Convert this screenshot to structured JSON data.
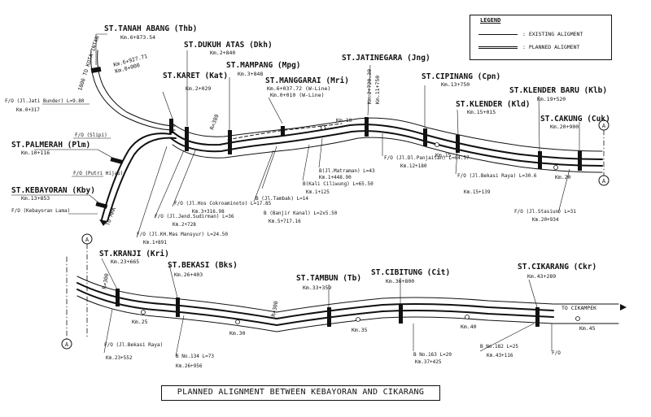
{
  "title": "PLANNED ALIGNMENT BETWEEN KEBAYORAN AND CIKARANG",
  "legend": {
    "title": "LEGEND",
    "existing": ":    EXISTING ALIGMENT",
    "planned": ":    PLANNED ALIGMENT"
  },
  "match_mark": "A",
  "stations": {
    "thb": {
      "name": "ST.TANAH ABANG (Thb)",
      "km": "Km.6+873.54"
    },
    "dkh": {
      "name": "ST.DUKUH ATAS (Dkh)",
      "km": "Km.2+840"
    },
    "kat": {
      "name": "ST.KARET (Kat)",
      "km": "Km.2+029"
    },
    "mpg": {
      "name": "ST.MAMPANG (Mpg)",
      "km": "Km.3+848"
    },
    "mri": {
      "name": "ST.MANGGARAI (Mri)",
      "km1": "Km.6+037.72 (W-Line)",
      "km2": "Km.0+010 (W-Line)"
    },
    "jng": {
      "name": "ST.JATINEGARA (Jng)",
      "km1": "Km.2+720.39",
      "km2": "Km.11+750"
    },
    "cpn": {
      "name": "ST.CIPINANG (Cpn)",
      "km": "Km.13+750"
    },
    "kld": {
      "name": "ST.KLENDER (Kld)",
      "km": "Km.15+015"
    },
    "klb": {
      "name": "ST.KLENDER BARU (Klb)",
      "km": "Km.19+520"
    },
    "cuk": {
      "name": "ST.CAKUNG (Cuk)",
      "km": "Km.20+900"
    },
    "plm": {
      "name": "ST.PALMERAH (Plm)",
      "km": "Km.10+116"
    },
    "kby": {
      "name": "ST.KEBAYORAN (Kby)",
      "km": "Km.13+853"
    },
    "kri": {
      "name": "ST.KRANJI (Kri)",
      "km": "Km.23+665"
    },
    "bks": {
      "name": "ST.BEKASI (Bks)",
      "km": "Km.26+403"
    },
    "tb": {
      "name": "ST.TAMBUN (Tb)",
      "km": "Km.33+359"
    },
    "cit": {
      "name": "ST.CIBITUNG (Cit)",
      "km": "Km.36+800"
    },
    "ckr": {
      "name": "ST.CIKARANG (Ckr)",
      "km": "Km.43+289"
    }
  },
  "km_posts": {
    "top_a": "Km.6+927.71",
    "top_b": "Km.0+000",
    "kota": "1000 TO KOTA INTAN",
    "k10": "Km.10",
    "k15": "Km.15",
    "k20": "Km.20",
    "k25": "Km.25",
    "k30": "Km.30",
    "k35": "Km.35",
    "k40": "Km.40",
    "k45": "Km.45"
  },
  "radius": {
    "r1": "R=300",
    "r2": "R=300",
    "r3": "R=300"
  },
  "directions": {
    "mrk": "TO MRK",
    "cikampek": "TO CIKAMPEK"
  },
  "crossings": {
    "jati1": "F/O  (Jl.Jati Bunder)  L=9.80",
    "jati2": "Km.0+317",
    "slipi": "F/O  (Slipi)",
    "putri": "F/O  (Putri Hijau)",
    "lama": "F/O  (Kebayoran Lama)",
    "mas1": "F/O  (Jl.KH.Mas Mansyur)  L=24.50",
    "mas2": "Km.1+891",
    "sud1": "F/O  (Jl.Jend.Sudirman)  L=36",
    "sud2": "Km.2+728",
    "cok1": "F/O  (Jl.Hos Cokroaminoto)  L=17.85",
    "cok2": "Km.3+316.98",
    "tam1": "B  (Jl.Tambak)  L=14",
    "tam2": "Km.5+717.16",
    "ban": "B  (Banjir Kanal)  L=2x5.50",
    "cil1": "B(Kali Ciliwung)  L=65.50",
    "cil2": "Km.1+125",
    "mat1": "B(Jl.Matraman)  L=43",
    "mat2": "Km.1+448.90",
    "pan1": "F/O  (Jl.Dl.Panjaitan) L=64.57",
    "pan2": "Km.12+180",
    "bek1": "F/O  (Jl.Bekasi Raya)  L=30.6",
    "bek2": "Km.15+139",
    "sta1": "F/O  (Jl.Stasiun)  L=31",
    "sta2": "Km.20+934",
    "kbr1": "F/O  (Jl.Bekasi Raya)",
    "kbr2": "Km.23+552",
    "b1341": "B  No.134  L=73",
    "b1342": "Km.26+956",
    "b1631": "B  No.163  L=20",
    "b1632": "Km.37+425",
    "b1821": "B  No.182  L=25",
    "b1822": "Km.43+116",
    "fo_end": "F/O"
  }
}
